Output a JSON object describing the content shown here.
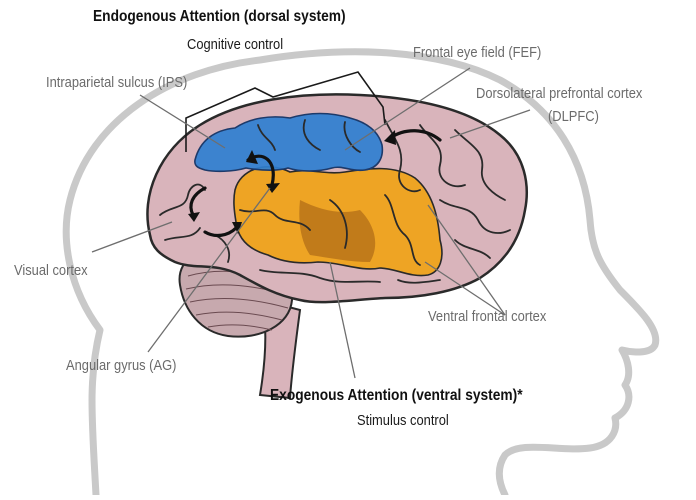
{
  "labels": {
    "endogenous_title": "Endogenous Attention (dorsal system)",
    "cognitive_control": "Cognitive control",
    "fef": "Frontal eye field (FEF)",
    "ips": "Intraparietal sulcus (IPS)",
    "dlpfc_line1": "Dorsolateral prefrontal cortex",
    "dlpfc_line2": "(DLPFC)",
    "visual_cortex": "Visual cortex",
    "ventral_frontal_cortex": "Ventral frontal cortex",
    "angular_gyrus": "Angular gyrus (AG)",
    "exogenous_title": "Exogenous Attention (ventral system)*",
    "stimulus_control": "Stimulus control"
  },
  "colors": {
    "head_outline": "#c9c9c9",
    "brain_fill": "#d9b4bb",
    "brain_stroke": "#2a2a2a",
    "dorsal_blue": "#2f7fd0",
    "ventral_orange": "#f0a20f",
    "cerebellum": "#c7a9ae"
  }
}
